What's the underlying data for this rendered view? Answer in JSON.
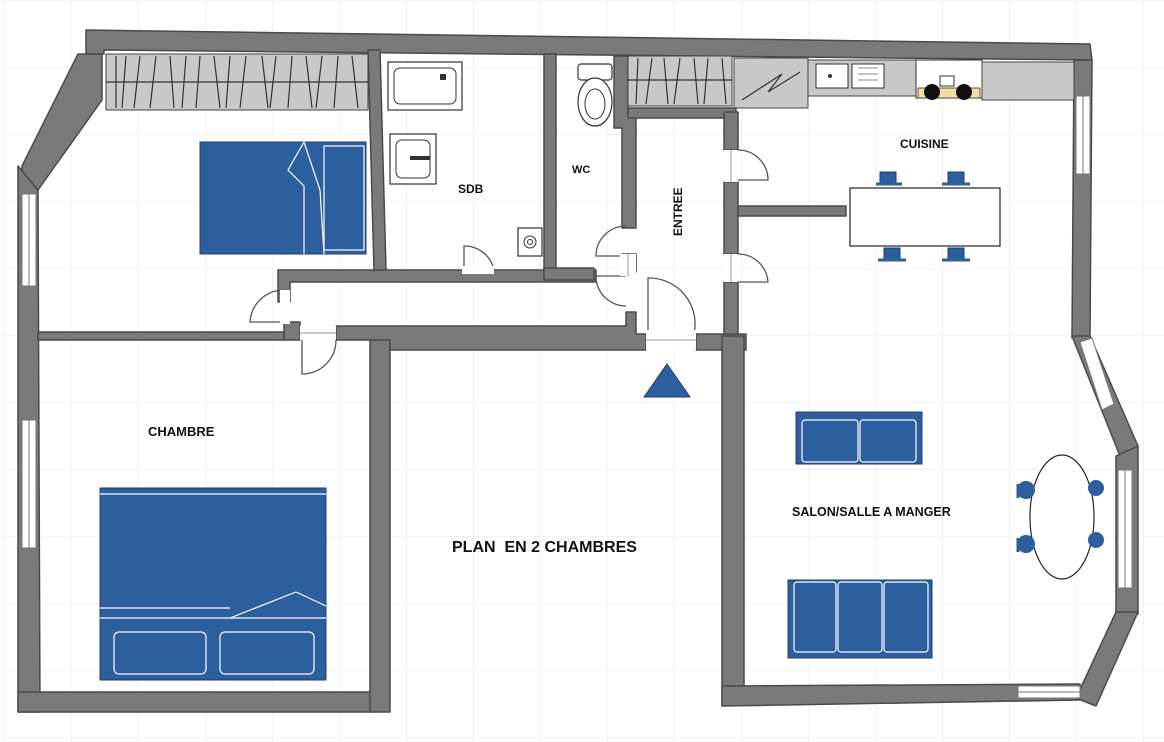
{
  "plan": {
    "title": "PLAN  EN 2 CHAMBRES",
    "rooms": {
      "chambre": "CHAMBRE",
      "sdb": "SDB",
      "wc": "WC",
      "entree": "ENTREE",
      "cuisine": "CUISINE",
      "salon": "SALON/SALLE A MANGER"
    },
    "colors": {
      "wall": "#7a7a7a",
      "furniture_blue": "#2d5e9e",
      "grid": "#e4e4e4",
      "closet_gray": "#c8c8c8"
    }
  }
}
